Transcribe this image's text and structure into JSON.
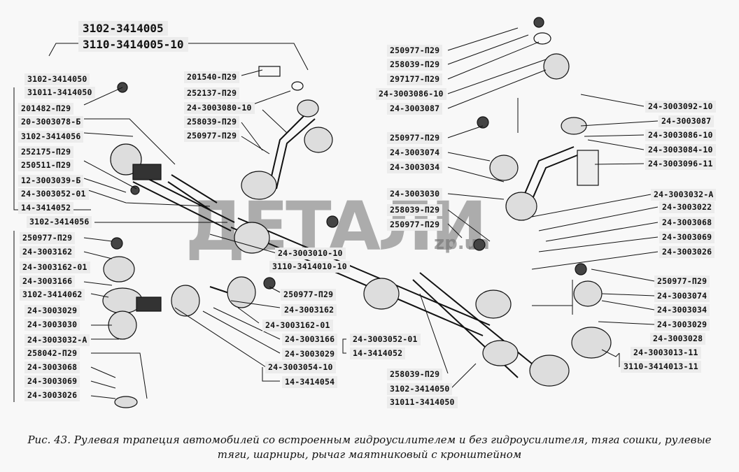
{
  "title": {
    "line1": "3102-3414005",
    "line2": "3110-3414005-10"
  },
  "watermark": {
    "main": "ДЕТАЛИ",
    "domain": "zp.ua"
  },
  "labels": {
    "left": [
      "3102-3414050",
      "31011-3414050",
      "201482-П29",
      "20-3003078-Б",
      "3102-3414056",
      "252175-П29",
      "250511-П29",
      "12-3003039-Б",
      "24-3003052-01",
      "14-3414052",
      "3102-3414056",
      "250977-П29",
      "24-3003162",
      "24-3003162-01",
      "24-3003166",
      "3102-3414062",
      "24-3003029",
      "24-3003030",
      "24-3003032-А",
      "258042-П29",
      "24-3003068",
      "24-3003069",
      "24-3003026"
    ],
    "mid_top": [
      "201540-П29",
      "252137-П29",
      "24-3003080-10",
      "258039-П29",
      "250977-П29"
    ],
    "right_top": [
      "250977-П29",
      "258039-П29",
      "297177-П29",
      "24-3003086-10",
      "24-3003087",
      "250977-П29",
      "24-3003074",
      "24-3003034",
      "24-3003030",
      "258039-П29",
      "250977-П29"
    ],
    "far_right": [
      "24-3003092-10",
      "24-3003087",
      "24-3003086-10",
      "24-3003084-10",
      "24-3003096-11",
      "24-3003032-А",
      "24-3003022",
      "24-3003068",
      "24-3003069",
      "24-3003026",
      "250977-П29",
      "24-3003074",
      "24-3003034",
      "24-3003029",
      "24-3003028",
      "24-3003013-11",
      "3110-3414013-11"
    ],
    "mid_bottom": [
      "24-3003010-10",
      "3110-3414010-10",
      "250977-П29",
      "24-3003162",
      "24-3003162-01",
      "24-3003166",
      "24-3003029",
      "24-3003054-10",
      "14-3414054",
      "24-3003052-01",
      "14-3414052",
      "258039-П29",
      "3102-3414050",
      "31011-3414050"
    ]
  },
  "caption": {
    "line1": "Рис. 43. Рулевая трапеция автомобилей со встроенным гидроусилителем и без гидроусилителя, тяга сошки, рулевые",
    "line2": "тяги, шарниры, рычаг маятниковый с кронштейном"
  }
}
